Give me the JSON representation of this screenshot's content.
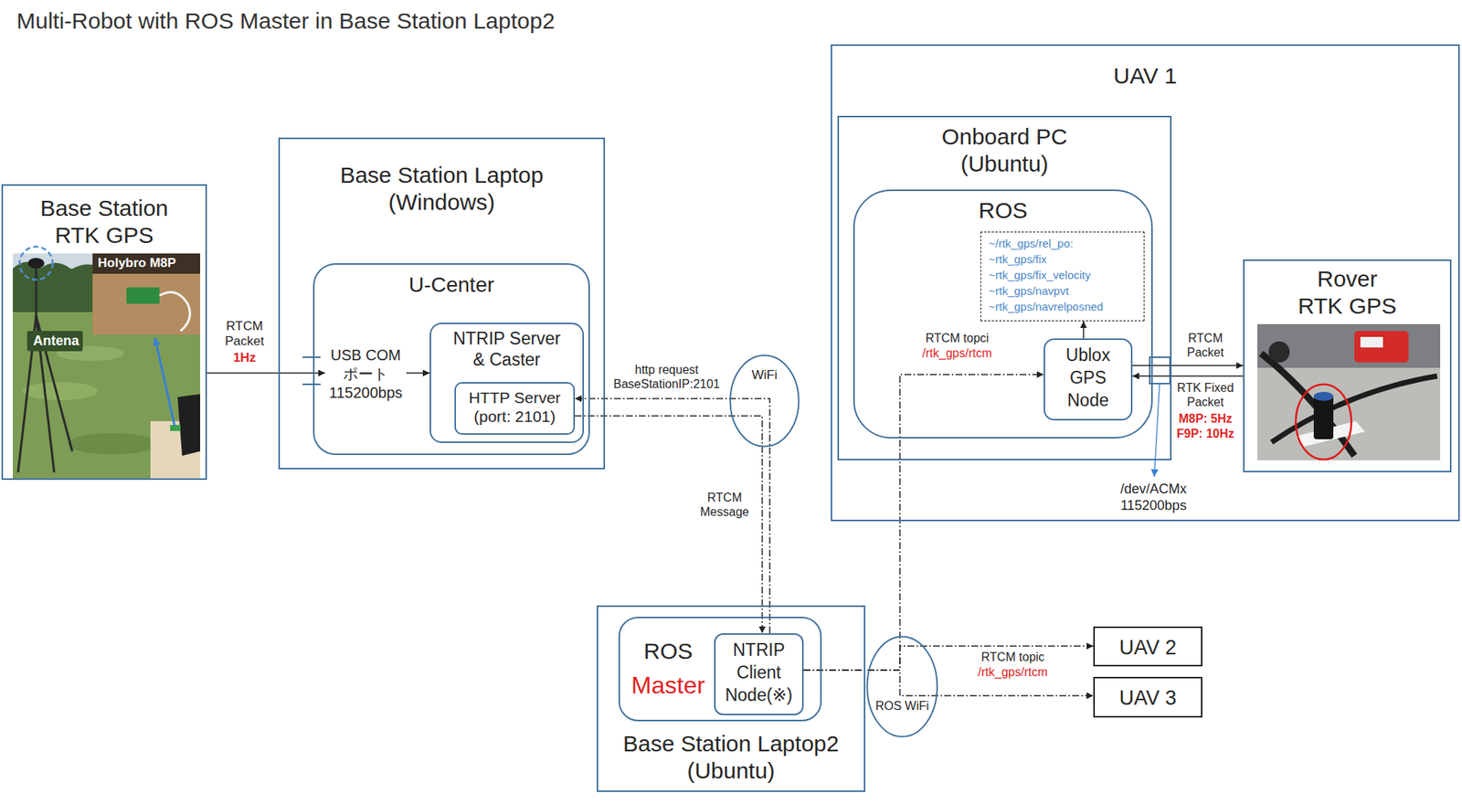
{
  "diagram": {
    "title": "Multi-Robot with ROS Master in Base Station Laptop2",
    "nodes": [
      {
        "text": [
          "Base Station RTK GPS"
        ]
      },
      {
        "text": [
          "Base Station Laptop (Windows)"
        ]
      },
      {
        "text": [
          "U-Center"
        ],
        "in": 1
      },
      {
        "text": [
          "USB COM ポート 115200bps"
        ],
        "in": 2
      },
      {
        "text": [
          "NTRIP Server & Caster"
        ],
        "in": 2
      },
      {
        "text": [
          "HTTP Server (port: 2101)"
        ],
        "in": 4
      },
      {
        "text": [
          "WiFi"
        ]
      },
      {
        "text": [
          "UAV 1"
        ]
      },
      {
        "text": [
          "Onboard PC (Ubuntu)"
        ],
        "in": 7
      },
      {
        "text": [
          "ROS"
        ],
        "in": 8
      },
      {
        "text": [
          "~/rtk_gps/rel_po:",
          "~rtk_gps/fix",
          "~rtk_gps/fix_velocity",
          "~rtk_gps/navpvt",
          "~rtk_gps/navrelposned"
        ],
        "in": 9
      },
      {
        "text": [
          "Ublox GPS Node"
        ],
        "in": 9
      },
      {
        "text": [
          "Rover RTK GPS"
        ],
        "in": 7
      },
      {
        "text": [
          "Base Station Laptop2 (Ubuntu)"
        ]
      },
      {
        "text": [
          "ROS",
          "Master"
        ],
        "in": 13
      },
      {
        "text": [
          "NTRIP Client Node(※)"
        ],
        "in": 14
      },
      {
        "text": [
          "ROS WiFi"
        ]
      },
      {
        "text": [
          "UAV 2"
        ]
      },
      {
        "text": [
          "UAV 3"
        ]
      }
    ],
    "edges": [
      {
        "from": 0,
        "to": 3,
        "arrow": "to",
        "label": "RTCM Packet"
      },
      {
        "from": 3,
        "to": 4,
        "arrow": "to"
      },
      {
        "from": 15,
        "to": 5,
        "arrow": "to",
        "label": "http request BaseStationIP:2101"
      },
      {
        "from": 5,
        "to": 15,
        "arrow": "to",
        "label": "RTCM Message"
      },
      {
        "from": 15,
        "to": 11,
        "arrow": "to",
        "label": "RTCM topci"
      },
      {
        "from": 15,
        "to": 17,
        "arrow": "to",
        "label": "RTCM topic"
      },
      {
        "from": 15,
        "to": 18,
        "arrow": "to"
      },
      {
        "from": 11,
        "to": 10,
        "arrow": "to"
      },
      {
        "from": 11,
        "to": 12,
        "arrow": "to",
        "label": "RTCM Packet"
      },
      {
        "from": 12,
        "to": 11,
        "arrow": "to",
        "label": "RTK Fixed Packet"
      }
    ],
    "labels": [
      "Holybro M8P",
      "Antena",
      "1Hz",
      "/rtk_gps/rtcm",
      "/rtk_gps/rtcm",
      "M8P: 5Hz",
      "F9P: 10Hz",
      "/dev/ACMx 115200bps"
    ]
  }
}
